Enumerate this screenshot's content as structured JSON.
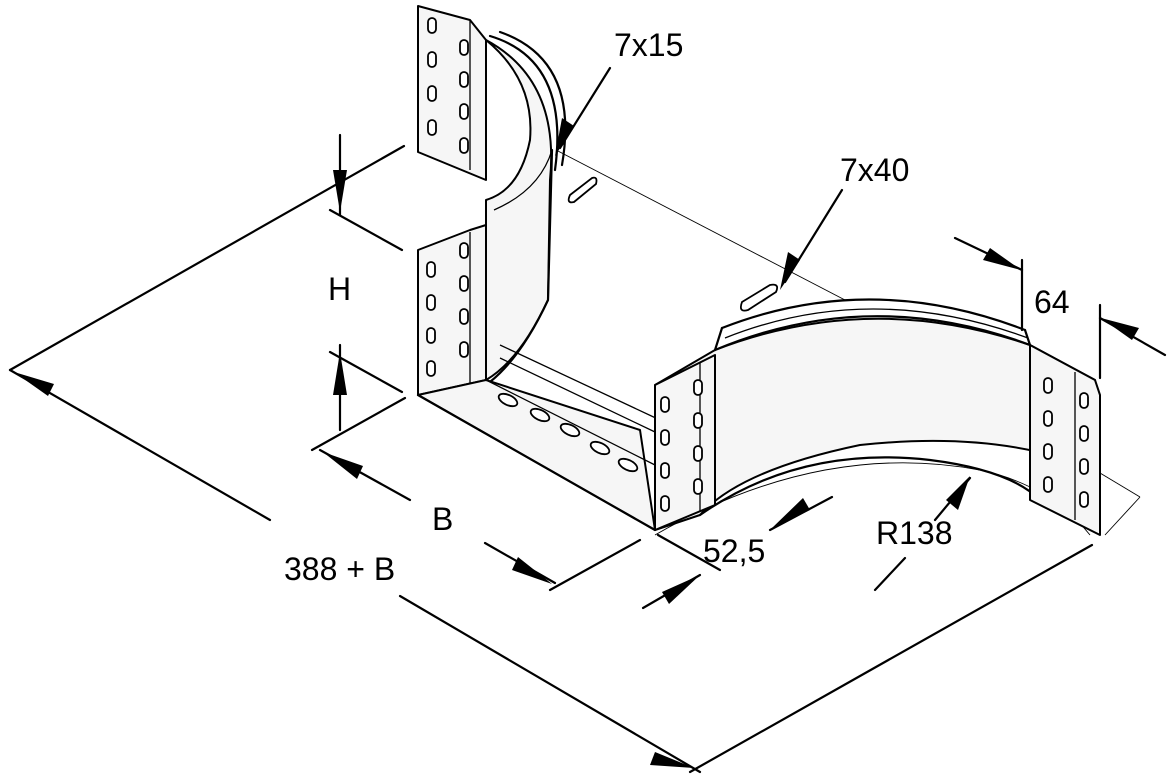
{
  "diagram": {
    "labels": {
      "slot_small": "7x15",
      "slot_long": "7x40",
      "height": "H",
      "width": "B",
      "total_width": "388 + B",
      "offset": "52,5",
      "radius": "R138",
      "flange_width": "64"
    }
  }
}
